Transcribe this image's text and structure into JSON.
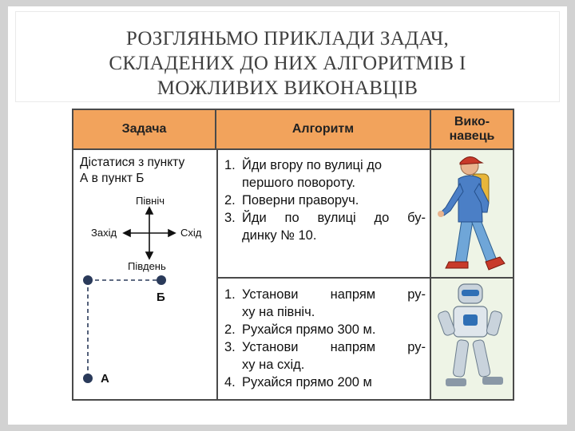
{
  "slide": {
    "title_lines": [
      "РОЗГЛЯНЬМО ПРИКЛАДИ ЗАДАЧ,",
      "СКЛАДЕНИХ ДО НИХ АЛГОРИТМІВ І",
      "МОЖЛИВИХ ВИКОНАВЦІВ"
    ]
  },
  "table": {
    "headers": {
      "task": "Задача",
      "algorithm": "Алгоритм",
      "executor_line1": "Вико-",
      "executor_line2": "навець"
    },
    "task": {
      "text_line1": "Дістатися з пункту",
      "text_line2": "А в пункт Б",
      "compass": {
        "north": "Північ",
        "west": "Захід",
        "east": "Схід",
        "south": "Південь"
      },
      "point_a": "А",
      "point_b": "Б"
    },
    "algorithm_1": [
      {
        "num": "1.",
        "lines": [
          "Йди вгору по вулиці до",
          "першого повороту."
        ]
      },
      {
        "num": "2.",
        "lines": [
          "Поверни праворуч."
        ]
      },
      {
        "num": "3.",
        "lines": [
          "Йди по вулиці до бу-",
          "динку № 10."
        ]
      }
    ],
    "algorithm_2": [
      {
        "num": "1.",
        "lines": [
          "Установи напрям ру-",
          "ху на північ."
        ]
      },
      {
        "num": "2.",
        "lines": [
          "Рухайся прямо 300 м."
        ]
      },
      {
        "num": "3.",
        "lines": [
          "Установи напрям ру-",
          "ху на схід."
        ]
      },
      {
        "num": "4.",
        "lines": [
          "Рухайся прямо 200 м"
        ]
      }
    ],
    "executors": [
      "person-walking-icon",
      "robot-walking-icon"
    ]
  },
  "colors": {
    "header": "#f2a35c",
    "border": "#4a4a4a",
    "title_text": "#3f3f3f",
    "point_fill": "#2a3a5a"
  }
}
